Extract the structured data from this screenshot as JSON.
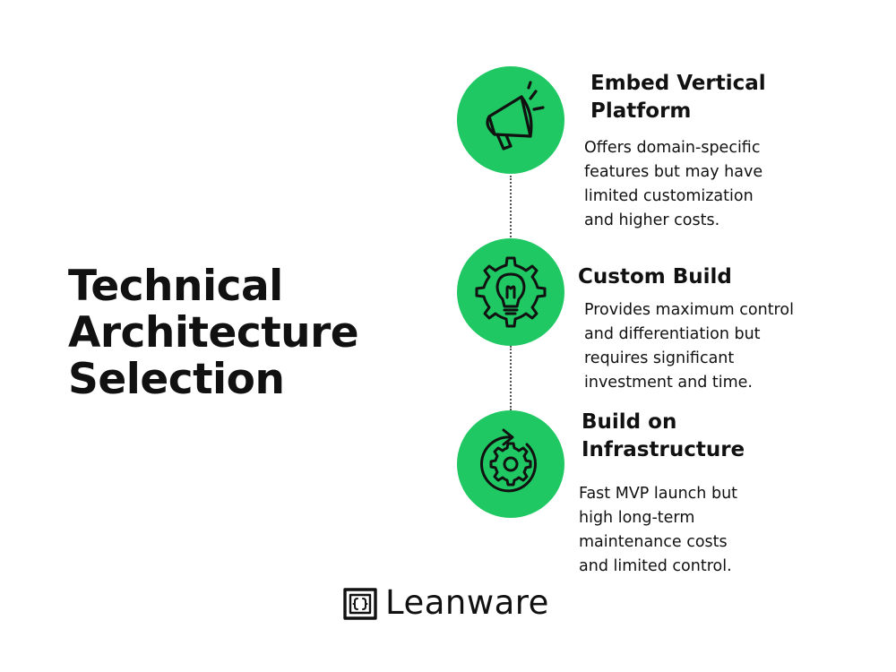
{
  "title": {
    "lines": [
      "Technical",
      "Architecture",
      "Selection"
    ]
  },
  "steps": [
    {
      "icon": "megaphone-icon",
      "title_lines": [
        "Embed Vertical",
        "Platform"
      ],
      "desc_lines": [
        "Offers domain-specific",
        "features but may have",
        "limited customization",
        "and higher costs."
      ]
    },
    {
      "icon": "gear-lightbulb-icon",
      "title_lines": [
        "Custom Build"
      ],
      "desc_lines": [
        "Provides maximum control",
        "and differentiation but",
        "requires significant",
        "investment and time."
      ]
    },
    {
      "icon": "gear-refresh-icon",
      "title_lines": [
        "Build on",
        "Infrastructure"
      ],
      "desc_lines": [
        "Fast MVP launch but",
        "high long-term",
        "maintenance costs",
        "and limited control."
      ]
    }
  ],
  "brand": {
    "name": "Leanware"
  },
  "colors": {
    "accent_green": "#1fc862",
    "text": "#111111",
    "connector": "#555555"
  }
}
